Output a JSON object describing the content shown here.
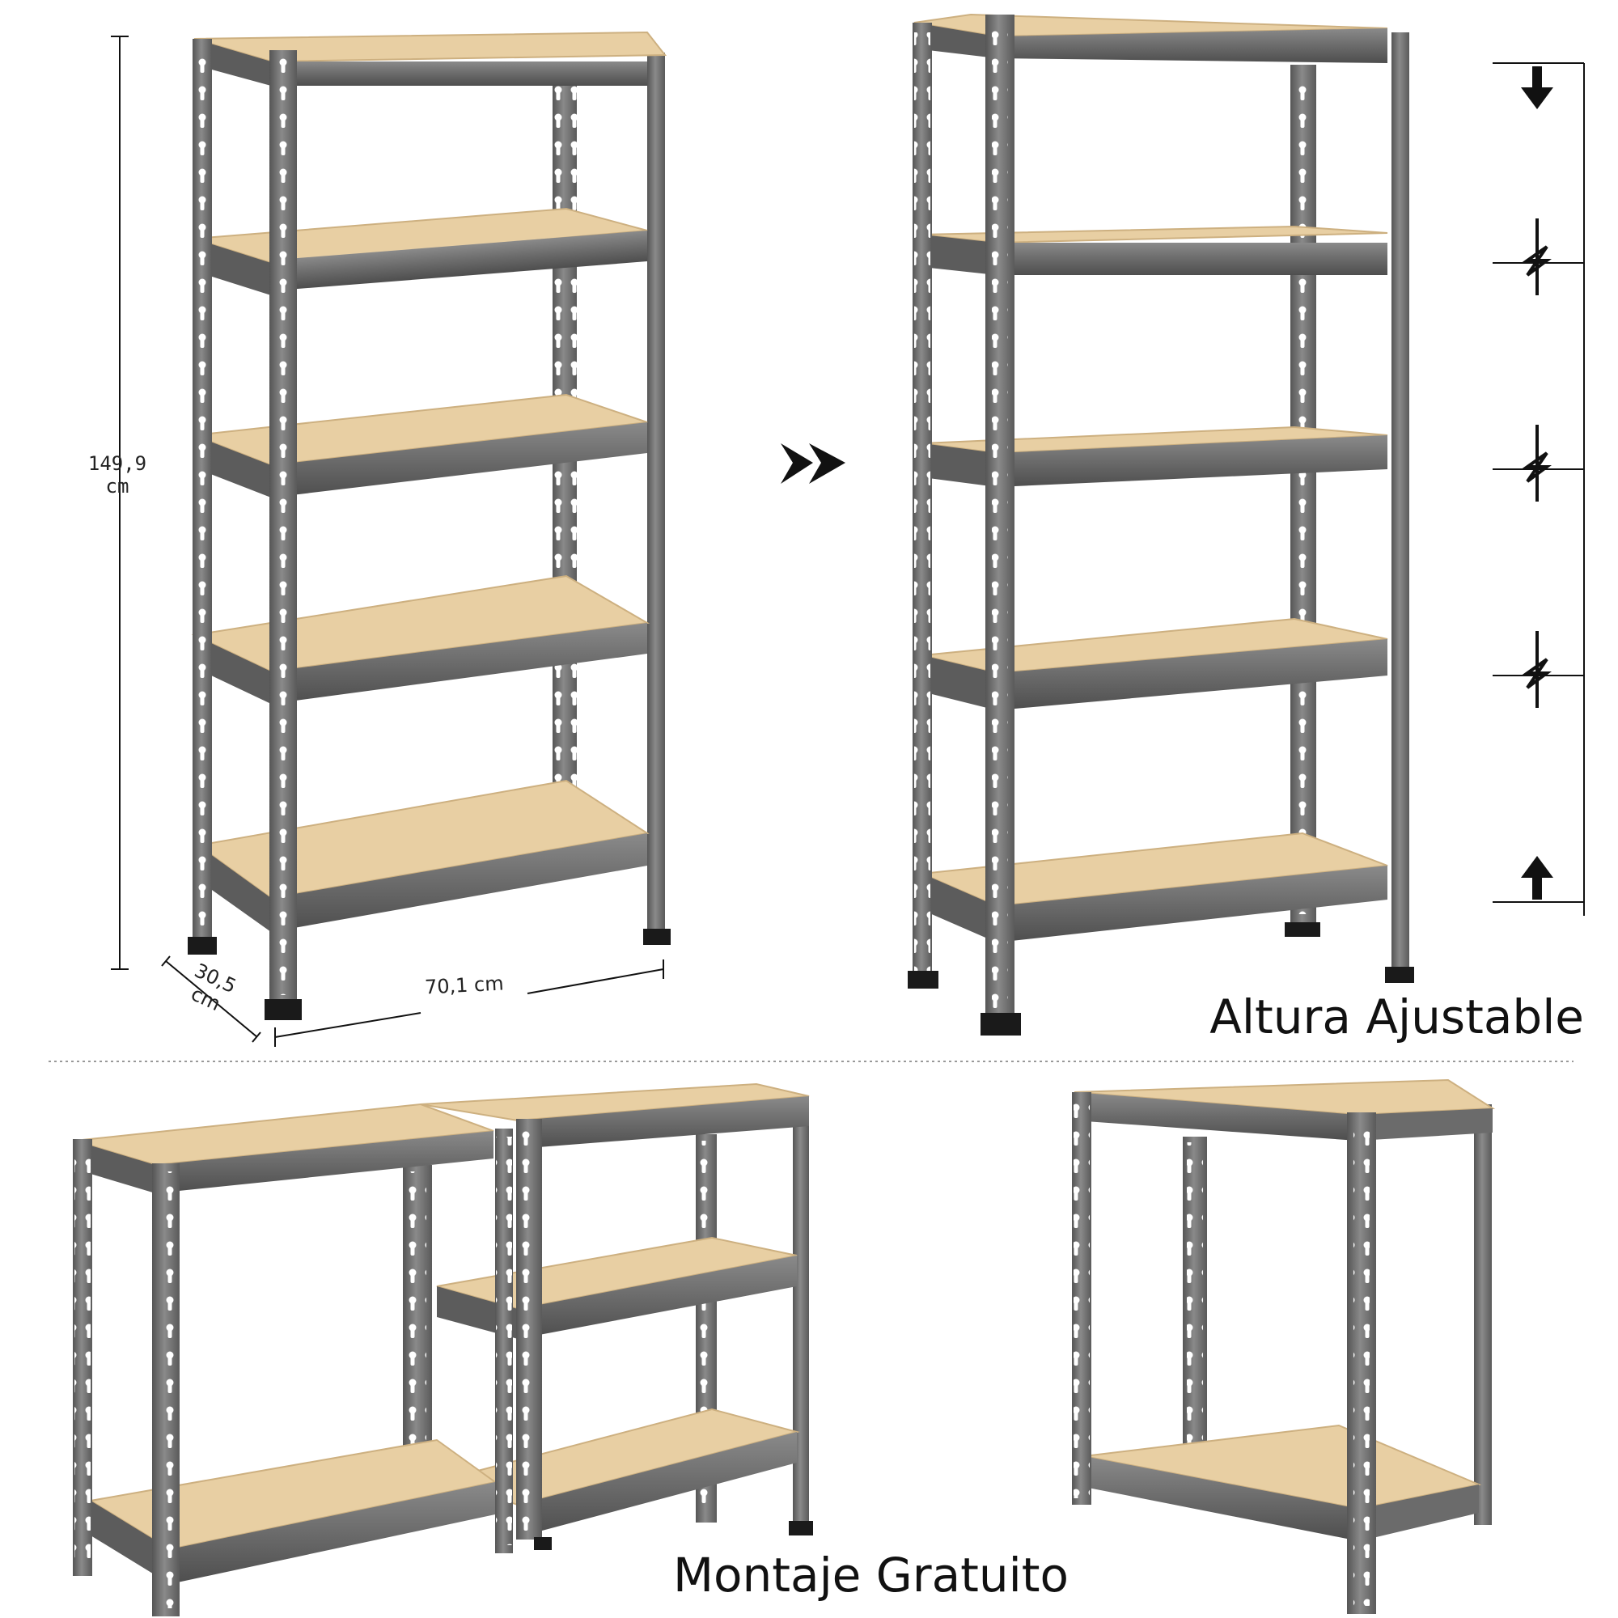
{
  "captions": {
    "adjustable_height": "Altura Ajustable",
    "free_assembly": "Montaje Gratuito"
  },
  "dimensions": {
    "height": "149,9\ncm",
    "width": "70,1 cm",
    "depth": "30,5\ncm"
  },
  "colors": {
    "frame": "#6e6e6e",
    "frame_dark": "#4f4f4f",
    "board": "#e8cfa3",
    "board_edge": "#cdb080",
    "foot": "#1a1a1a"
  },
  "icons": [
    "double-chevron-right-icon",
    "arrow-down-icon",
    "arrow-up-icon",
    "adjust-marker-icon"
  ]
}
